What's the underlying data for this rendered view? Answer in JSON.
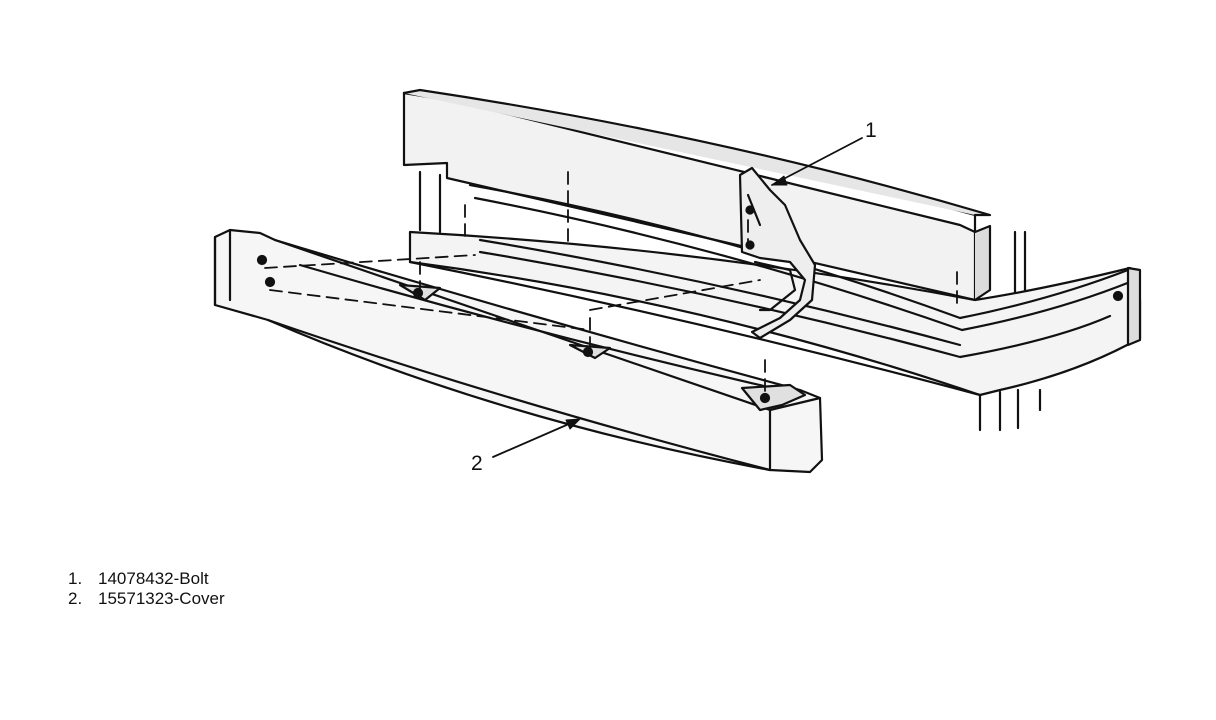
{
  "callouts": [
    {
      "number": "1"
    },
    {
      "number": "2"
    }
  ],
  "legend": [
    {
      "number": "1.",
      "text": "14078432-Bolt"
    },
    {
      "number": "2.",
      "text": "15571323-Cover"
    }
  ],
  "colors": {
    "line": "#111111",
    "fill": "#e8e8e8",
    "background": "#ffffff"
  }
}
